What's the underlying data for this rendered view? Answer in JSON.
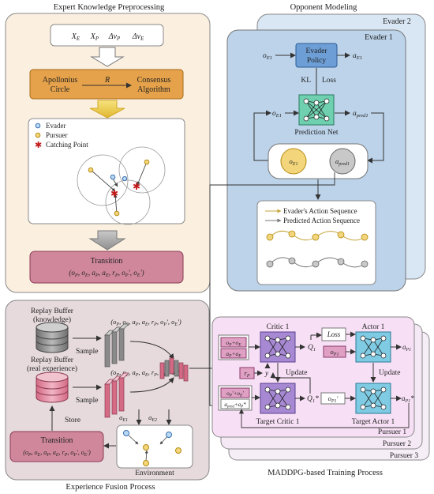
{
  "sections": {
    "expert": "Expert Knowledge Preprocessing",
    "opponent": "Opponent Modeling",
    "fusion": "Experience Fusion Process",
    "maddpg": "MADDPG-based Training Process"
  },
  "expert": {
    "inputs": [
      "X_E",
      "X_P",
      "Δv_P",
      "Δv_E"
    ],
    "apollonius": "Apollonius Circle",
    "r_label": "R",
    "consensus": "Consensus Algorithm",
    "legend_evader": "Evader",
    "legend_pursuer": "Pursuer",
    "legend_catching": "Catching Point",
    "transition_title": "Transition",
    "transition_tuple": "(o_P, o_E, a_P, a_E, r_P, o_P', o_E')"
  },
  "opponent": {
    "evader2": "Evader 2",
    "evader1": "Evader 1",
    "oE1": "o_E1",
    "aE1": "a_E1",
    "evader_policy": "Evader Policy",
    "kl": "KL",
    "loss": "Loss",
    "prediction_net": "Prediction Net",
    "apred1": "a_pred1",
    "legend_seq1": "Evader's Action Sequence",
    "legend_seq2": "Predicted Action Sequence"
  },
  "fusion": {
    "rb_knowledge": "Replay Buffer (knowledge)",
    "rb_real": "Replay Buffer (real experience)",
    "sample": "Sample",
    "store": "Store",
    "tuple_top": "(o_P, o_E, a_P, a_E, r_P, o_P', o_E')",
    "tuple_mid": "(o_P, o_E, a_P, a_E, r_P, o_P', o_E')",
    "aE1": "a_E1",
    "aE2": "a_E2",
    "environment": "Environment",
    "transition_title": "Transition",
    "transition_tuple": "(o_P, o_E, a_P, a_E, r_P, o_P', o_E')"
  },
  "maddpg": {
    "pursuer1": "Pursuer 1",
    "pursuer2": "Pursuer 2",
    "pursuer3": "Pursuer 3",
    "critic1": "Critic 1",
    "actor1": "Actor 1",
    "target_critic1": "Target Critic 1",
    "target_actor1": "Target Actor 1",
    "loss": "Loss",
    "update": "Update",
    "oP_oE": "o_P + o_E",
    "aP_aE": "a_P + a_E",
    "oP1": "o_P1",
    "Q1": "Q_1",
    "aP1": "a_P1",
    "rP": "r_P",
    "y": "y",
    "oP_oE_prime": "o_P' + o_E'",
    "apred_aP": "a_pred + a_P*",
    "Q1_star": "Q_1*",
    "oP1_prime": "o_P1'",
    "aP1_star": "a_P1*"
  }
}
